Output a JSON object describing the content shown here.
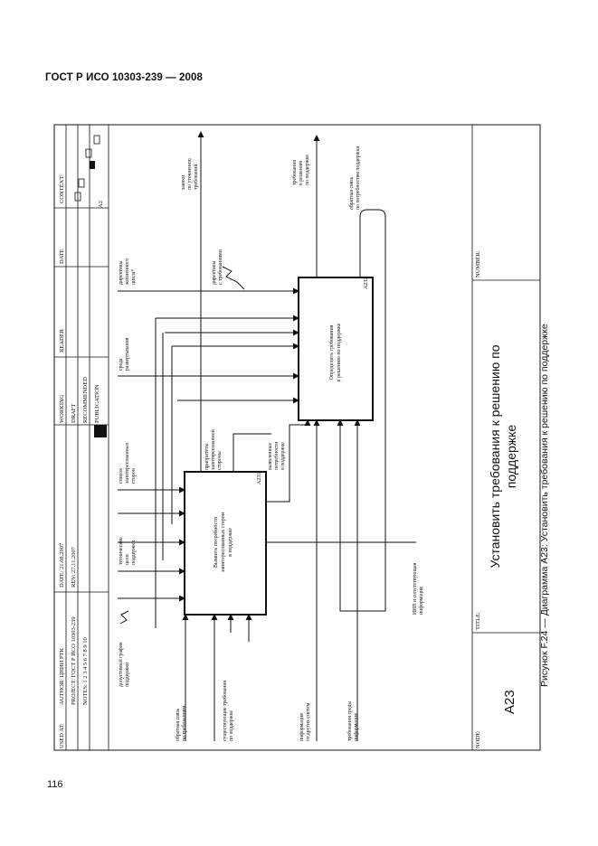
{
  "header": {
    "title": "ГОСТ Р ИСО 10303-239 — 2008"
  },
  "page_number": "116",
  "caption": "Рисунок F.24 — Диаграмма A23: Установить требования к решению по поддержке",
  "frame": {
    "used_at": "USED AT:",
    "author": "AUTHOR: ЦНИИ РТК",
    "project": "PROJECT: ГОСТ Р ИСО 10303-239",
    "notes": "NOTES: 1 2 3 4 5 6 7 8 9 10",
    "date": "DATE: 21.08.2007",
    "rev": "REV: 27.11.2007",
    "working": "WORKING",
    "draft": "DRAFT",
    "recommended": "RECOMMENDED",
    "publication": "PUBLICATION",
    "reader": "READER",
    "date_col": "DATE",
    "context": "CONTEXT:",
    "context_node": "A2",
    "node_label": "NODE:",
    "node_value": "A23",
    "title_label": "TITLE:",
    "title_line1": "Установить требования к решению по",
    "title_line2": "поддержке",
    "number_label": "NUMBER:"
  },
  "boxes": [
    {
      "id": "A231",
      "line1": "Выявить потребности",
      "line2": "заинтересованных сторон",
      "line3": "в поддержке"
    },
    {
      "id": "A232",
      "line1": "Определить требования",
      "line2": "к решению по поддержке"
    }
  ],
  "arrow_labels": {
    "out_top_left": [
      "заявки",
      "по уточнению",
      "требований"
    ],
    "out_top_right": [
      "требования",
      "к решению",
      "по поддержке"
    ],
    "feedback_support": [
      "обратная связь",
      "по потребностям поддержки"
    ],
    "directives_top": [
      "директивы",
      "жизненного",
      "цикла*"
    ],
    "directives_to_requirements": [
      "директивы",
      "с требованиями"
    ],
    "environment": [
      "среда",
      "развертывания"
    ],
    "stakeholders_list": [
      "список",
      "заинтересованных",
      "сторон"
    ],
    "technical_support_goals": [
      "технические",
      "цели",
      "поддержки"
    ],
    "support_schedule": [
      "допустимый график",
      "поддержки"
    ],
    "stakeholder_priorities": [
      "приоритеты",
      "заинтересованной",
      "стороны"
    ],
    "support_needs": [
      "выявленные",
      "потребности",
      "в поддержке"
    ],
    "ipi_info": [
      "ИИП и сопутствующая",
      "информация"
    ],
    "feedback_requirements": [
      "обратная связь",
      "по требованиям"
    ],
    "existing_requirements": [
      "существующие требования",
      "по поддержке"
    ],
    "other_systems_info": [
      "информация",
      "от других систем"
    ],
    "existing_env_info": [
      "требования среды",
      "информация"
    ]
  }
}
